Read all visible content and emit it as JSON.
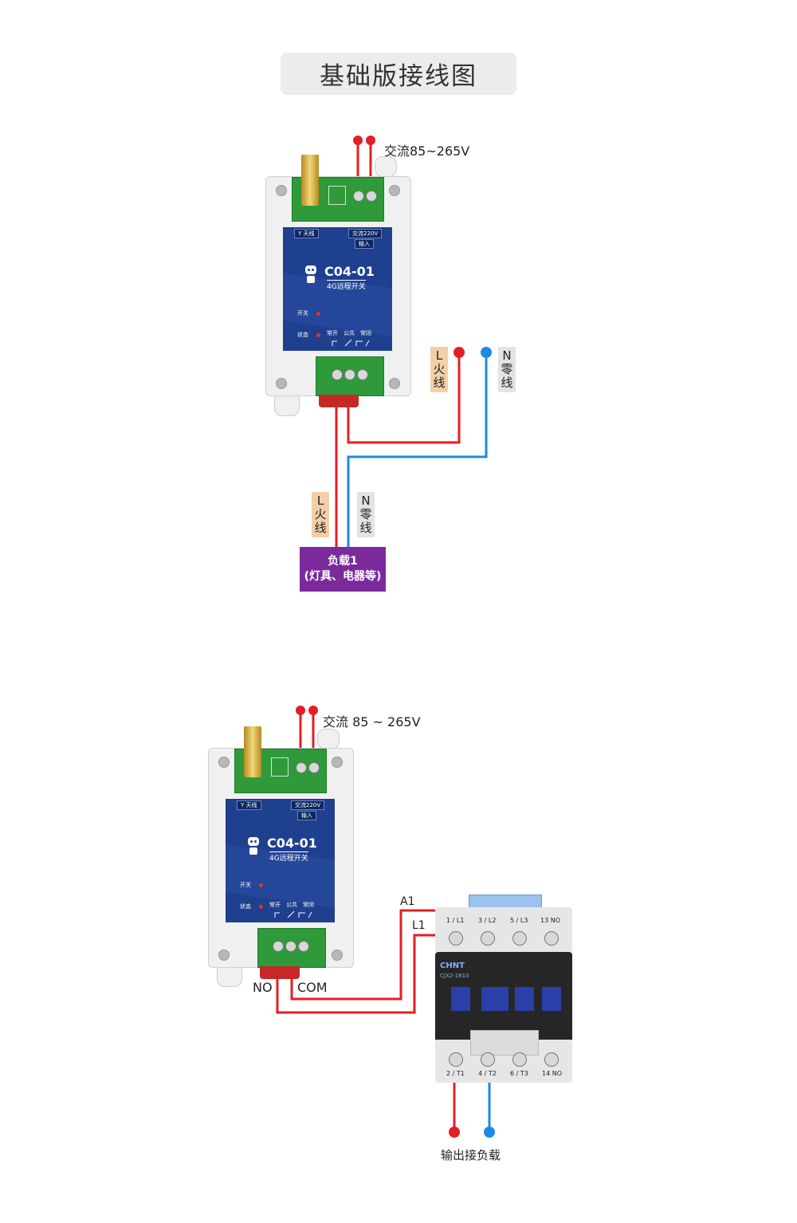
{
  "title": "基础版接线图",
  "colors": {
    "live": "#e31e25",
    "neutral": "#1e88e5",
    "load": "#7b2a9b",
    "panel": "#1f3f8f"
  },
  "device": {
    "antenna": "天线",
    "power": "交流220V",
    "input": "输入",
    "model": "C04-01",
    "subtitle": "4G远程开关",
    "switch": "开关",
    "status": "状态",
    "no": "常开",
    "com": "公共",
    "nc": "常闭"
  },
  "diagram1": {
    "power_label": "交流85~265V",
    "l_tag": "L火线",
    "n_tag": "N零线",
    "load_line1": "负载1",
    "load_line2": "(灯具、电器等)"
  },
  "diagram2": {
    "power_label": "交流 85 ~ 265V",
    "a1": "A1",
    "l1": "L1",
    "no_label": "NO",
    "com_label": "COM",
    "output_label": "输出接负载",
    "contactor": {
      "brand": "CHNT",
      "model": "CJX2-1810",
      "top_terms": [
        "1 / L1",
        "3 / L2",
        "5 / L3",
        "13 NO"
      ],
      "bottom_terms": [
        "2 / T1",
        "4 / T2",
        "6 / T3",
        "14 NO"
      ]
    }
  }
}
